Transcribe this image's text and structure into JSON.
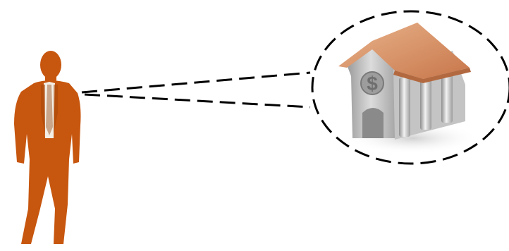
{
  "diagram": {
    "elements": [
      {
        "id": "person",
        "icon": "businessman-silhouette-icon"
      },
      {
        "id": "thought-bubble",
        "icon": "dashed-thought-bubble"
      },
      {
        "id": "bank",
        "icon": "bank-building-dollar-icon",
        "symbol": "$"
      }
    ],
    "colors": {
      "person": "#c7560e",
      "shirt": "#f4efe6",
      "tie": "#c9a58a",
      "roof": "#d89466",
      "building": "#b9b9b9",
      "dashes": "#000000"
    }
  }
}
